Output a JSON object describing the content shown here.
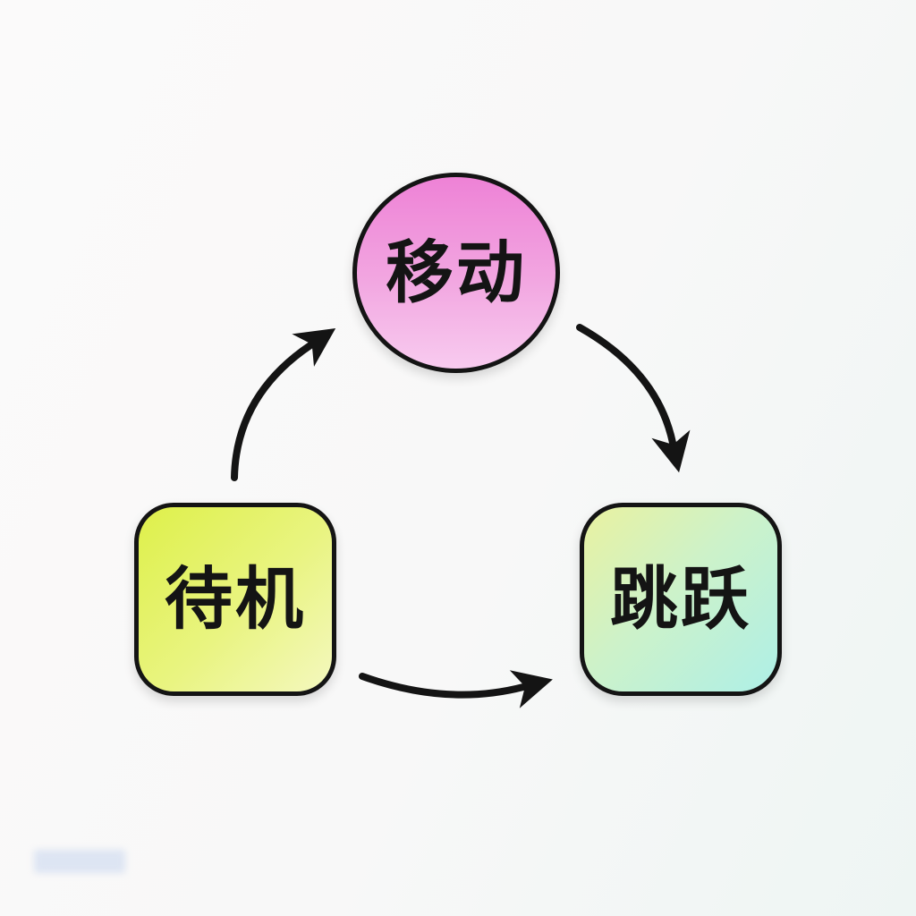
{
  "diagram": {
    "type": "state-diagram",
    "background_color": "#f8f8f8",
    "outline_color": "#141414",
    "arrow_color": "#141414",
    "nodes": [
      {
        "id": "move",
        "label": "移动",
        "shape": "circle",
        "fill_gradient": [
          "#ee82d6",
          "#f8cbef"
        ]
      },
      {
        "id": "idle",
        "label": "待机",
        "shape": "rounded-square",
        "fill_gradient": [
          "#def04a",
          "#f4f8bf"
        ]
      },
      {
        "id": "jump",
        "label": "跳跃",
        "shape": "rounded-square",
        "fill_gradient": [
          "#e9f2a0",
          "#aeefe7"
        ]
      }
    ],
    "edges": [
      {
        "from": "idle",
        "to": "move",
        "style": "curved-arrow"
      },
      {
        "from": "move",
        "to": "jump",
        "style": "curved-arrow"
      },
      {
        "from": "idle",
        "to": "jump",
        "style": "curved-arrow"
      }
    ]
  }
}
